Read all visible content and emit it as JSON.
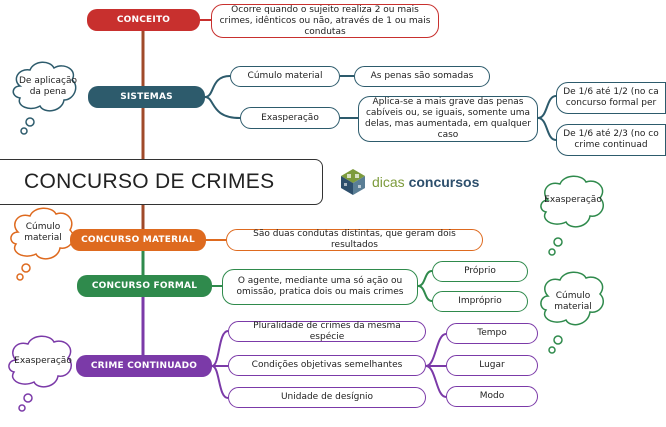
{
  "title": "CONCURSO DE CRIMES",
  "logo": {
    "text_a": "dicas",
    "text_b": "concursos"
  },
  "colors": {
    "conceito": "#c8302e",
    "sistemas": "#2d5b6c",
    "material": "#de6a1f",
    "formal": "#2f8a4c",
    "continuado": "#7b3aa8",
    "spine": "#a04a2a"
  },
  "conceito": {
    "label": "CONCEITO",
    "description": "Ocorre quando o sujeito realiza 2 ou mais crimes, idênticos ou não, através de 1 ou mais condutas"
  },
  "sistemas": {
    "label": "SISTEMAS",
    "cloud": "De aplicação da pena",
    "cumulo": {
      "label": "Cúmulo material",
      "detail": "As penas são somadas"
    },
    "exasperacao": {
      "label": "Exasperação",
      "detail": "Aplica-se a mais grave das penas cabíveis ou, se iguais, somente uma delas, mas aumentada, em qualquer caso",
      "sub1": "De 1/6 até 1/2 (no ca concurso formal per",
      "sub2": "De 1/6 até 2/3 (no co crime continuad"
    }
  },
  "material": {
    "label": "CONCURSO MATERIAL",
    "cloud": "Cúmulo material",
    "description": "São duas condutas distintas, que geram dois resultados"
  },
  "formal": {
    "label": "CONCURSO FORMAL",
    "description": "O agente, mediante uma só ação ou omissão, pratica dois ou mais crimes",
    "proprio": "Próprio",
    "improprio": "Impróprio",
    "cloud_top": "Exasperação",
    "cloud_side": "Cúmulo material"
  },
  "continuado": {
    "label": "CRIME CONTINUADO",
    "cloud": "Exasperação",
    "items": [
      "Pluralidade de crimes da mesma espécie",
      "Condições objetivas semelhantes",
      "Unidade de desígnio"
    ],
    "circumstances": [
      "Tempo",
      "Lugar",
      "Modo"
    ]
  }
}
